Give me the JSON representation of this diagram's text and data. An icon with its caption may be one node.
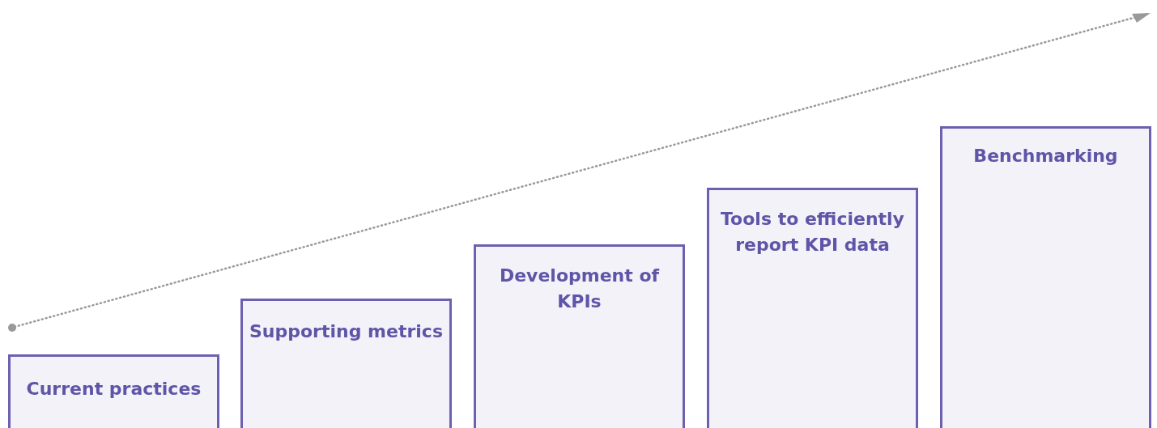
{
  "diagram": {
    "nodes": [
      {
        "text": [
          "Current practices"
        ]
      },
      {
        "text": [
          "Supporting metrics"
        ]
      },
      {
        "text": [
          "Development of KPIs"
        ]
      },
      {
        "text": [
          "Tools to efficiently report KPI data"
        ]
      },
      {
        "text": [
          "Benchmarking"
        ]
      }
    ]
  }
}
